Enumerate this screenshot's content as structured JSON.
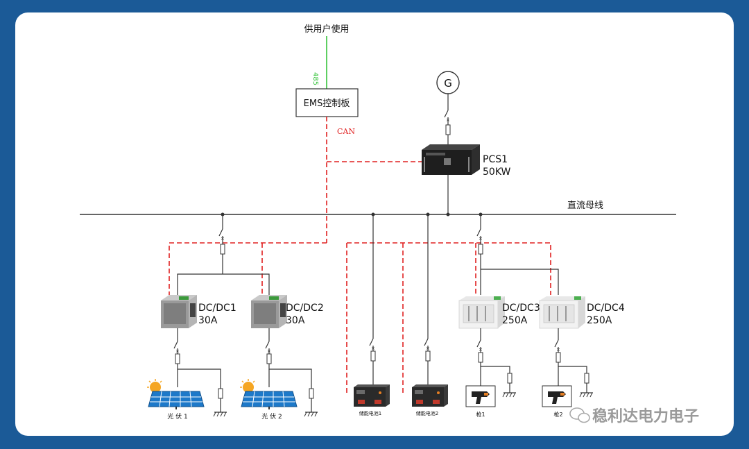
{
  "colors": {
    "frame": "#1b5a97",
    "can_line": "#e02020",
    "rs485_line": "#35c33a",
    "bus": "#333333"
  },
  "labels": {
    "top": "供用户使用",
    "rs485": "485",
    "ems": "EMS控制板",
    "can": "CAN",
    "generator": "G",
    "pcs_name": "PCS1",
    "pcs_power": "50KW",
    "bus": "直流母线",
    "dcdc1_name": "DC/DC1",
    "dcdc1_current": "30A",
    "dcdc2_name": "DC/DC2",
    "dcdc2_current": "30A",
    "dcdc3_name": "DC/DC3",
    "dcdc3_current": "250A",
    "dcdc4_name": "DC/DC4",
    "dcdc4_current": "250A",
    "pv1": "光 伏 1",
    "pv2": "光 伏 2",
    "bat1": "储能电池1",
    "bat2": "储能电池2",
    "gun1": "枪1",
    "gun2": "枪2",
    "watermark": "稳利达电力电子"
  },
  "icons": [
    "generator-icon",
    "pcs-cabinet-icon",
    "dcdc-module-icon",
    "solar-panel-icon",
    "battery-icon",
    "charging-gun-icon",
    "ground-icon",
    "switch-icon",
    "fuse-icon",
    "wechat-icon"
  ]
}
